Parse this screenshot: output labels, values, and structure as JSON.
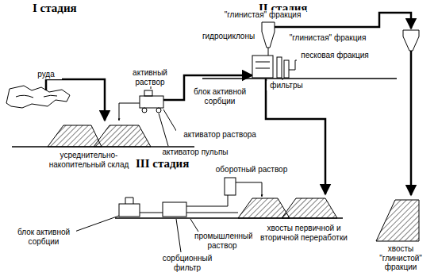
{
  "diagram": {
    "labels": [
      "I стадия",
      "II стадия",
      "руда",
      "активный раствор",
      "гидроциклоны",
      "\"глинистая\" фракция",
      "\"глинистая\" фракция",
      "песковая фракция",
      "усреднительно-накопительный склад",
      "активатор раствора",
      "фильтры",
      "блок активной сорбции",
      "активатор пульпы",
      "III стадия",
      "оборотный раствор",
      "блок активной сорбции",
      "промышленный раствор",
      "хвосты первичной и вторичной переработки",
      "хвосты \"глинистой\" фракции",
      "сорбционный фильтр"
    ]
  }
}
